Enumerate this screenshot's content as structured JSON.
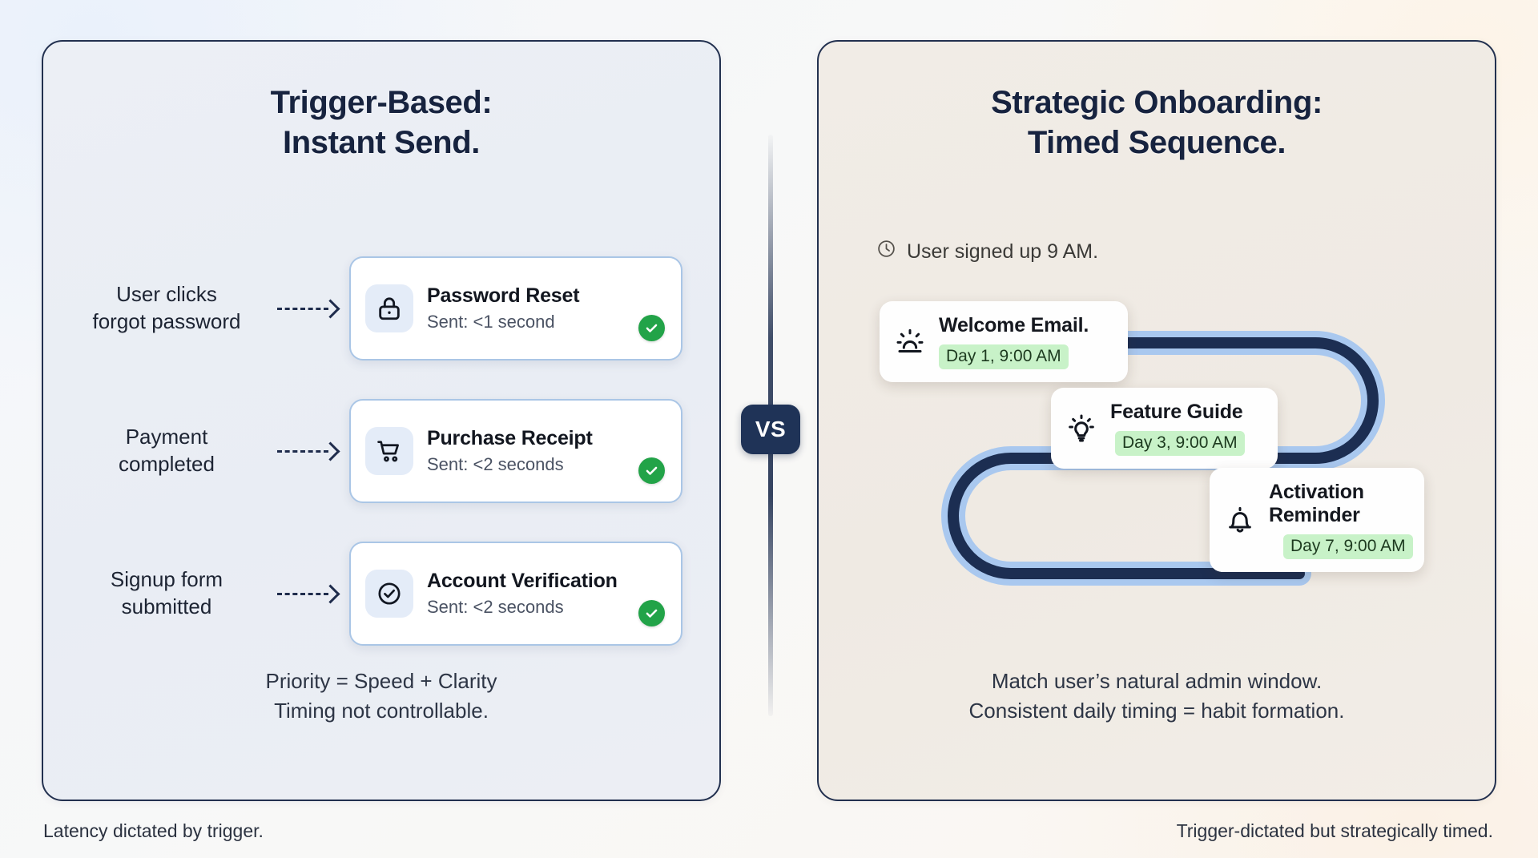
{
  "left_panel": {
    "title_line1": "Trigger-Based:",
    "title_line2": "Instant Send.",
    "rows": [
      {
        "trigger_line1": "User clicks",
        "trigger_line2": "forgot password",
        "icon": "lock-icon",
        "title": "Password Reset",
        "subtitle": "Sent: <1 second",
        "status": "sent-check"
      },
      {
        "trigger_line1": "Payment",
        "trigger_line2": "completed",
        "icon": "shopping-cart-icon",
        "title": "Purchase Receipt",
        "subtitle": "Sent: <2 seconds",
        "status": "sent-check"
      },
      {
        "trigger_line1": "Signup form",
        "trigger_line2": "submitted",
        "icon": "check-circle-icon",
        "title": "Account Verification",
        "subtitle": "Sent: <2 seconds",
        "status": "sent-check"
      }
    ],
    "footnote_line1": "Priority = Speed + Clarity",
    "footnote_line2": "Timing not controllable.",
    "caption": "Latency dictated by trigger."
  },
  "right_panel": {
    "title_line1": "Strategic Onboarding:",
    "title_line2": "Timed Sequence.",
    "signup_note": "User signed up 9 AM.",
    "signup_note_icon": "clock-icon",
    "sequence": [
      {
        "icon": "sunrise-icon",
        "title": "Welcome Email.",
        "schedule": "Day 1, 9:00 AM"
      },
      {
        "icon": "lightbulb-icon",
        "title": "Feature Guide",
        "schedule": "Day 3, 9:00 AM"
      },
      {
        "icon": "bell-icon",
        "title": "Activation Reminder",
        "schedule": "Day 7, 9:00 AM"
      }
    ],
    "footnote_line1": "Match user’s natural admin window.",
    "footnote_line2": "Consistent daily timing = habit formation.",
    "caption": "Trigger-dictated but strategically timed."
  },
  "divider": {
    "label": "VS"
  },
  "colors": {
    "ink": "#17233f",
    "card_border": "#aac6e6",
    "check_green": "#22a348",
    "chip_green": "#c8f2c8",
    "path_dark": "#1c2e52",
    "path_glow": "#a9c8ef",
    "vs_badge": "#1f3357"
  }
}
